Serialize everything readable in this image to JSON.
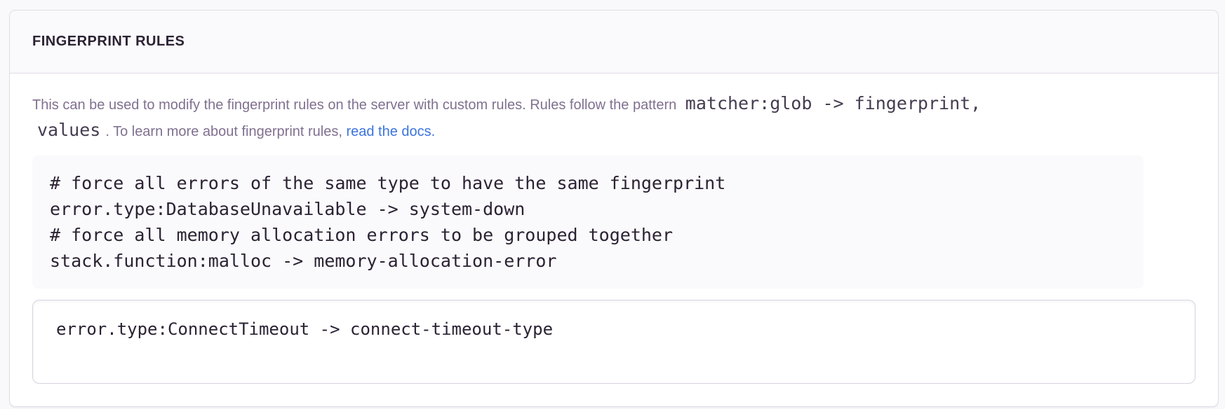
{
  "panel": {
    "title": "FINGERPRINT RULES",
    "description": {
      "text_before_code": "This can be used to modify the fingerprint rules on the server with custom rules. Rules follow the pattern",
      "code_line1": "matcher:glob -> fingerprint,",
      "code_line2": "values",
      "text_after_code": ". To learn more about fingerprint rules,",
      "link_label": "read the docs."
    },
    "code_example_lines": [
      "# force all errors of the same type to have the same fingerprint",
      "error.type:DatabaseUnavailable -> system-down",
      "# force all memory allocation errors to be grouped together",
      "stack.function:malloc -> memory-allocation-error"
    ],
    "editor": {
      "value": "error.type:ConnectTimeout -> connect-timeout-type"
    }
  },
  "colors": {
    "link_blue": "#3c74dd",
    "panel_border": "#e0dce5",
    "header_background": "#faf9fb",
    "code_block_background": "#faf9fb",
    "muted_text": "#80708f",
    "dark_text": "#2b2233"
  }
}
